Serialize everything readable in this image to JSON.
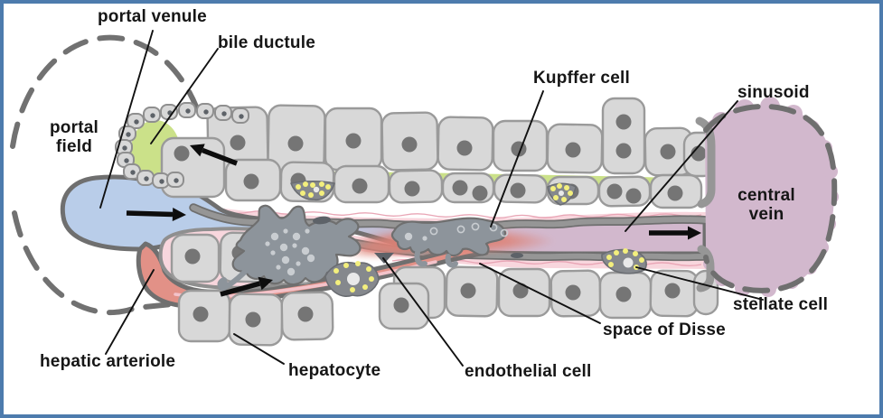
{
  "figure": {
    "description": "Schematic diagram of a liver sinusoid running from the portal field to the central vein"
  },
  "labels": {
    "portal_venule": "portal venule",
    "bile_ductule": "bile ductule",
    "portal_field": "portal field",
    "kupffer_cell": "Kupffer cell",
    "sinusoid": "sinusoid",
    "central_vein": "central vein",
    "hepatic_arteriole": "hepatic arteriole",
    "hepatocyte": "hepatocyte",
    "endothelial_cell": "endothelial cell",
    "space_of_disse": "space of Disse",
    "stellate_cell": "stellate cell"
  },
  "icons": {
    "flow_arrow": "black arrow indicating direction of flow"
  },
  "palette": {
    "frame_border": "#4d7bad",
    "background": "#ffffff",
    "outline_gray": "#6f6f6f",
    "boundary_dash_gray": "#717171",
    "hepatocyte_fill": "#d8d8d8",
    "hepatocyte_border": "#9a9a9a",
    "nucleus_gray": "#757575",
    "bile_green": "#cbe189",
    "portal_blue": "#b9cde9",
    "arteriole_red": "#e29187",
    "mix_red": "#dd8276",
    "disse_pink": "#f8d6dd",
    "disse_squiggle": "#e9a6b6",
    "sinusoid_mauve": "#d2b8cd",
    "endothelium_gray": "#969696",
    "endothelial_nucleus": "#5d6268",
    "kupffer_gray": "#8d949b",
    "kupffer_dot": "#c9cdd1",
    "stellate_gray": "#85888d",
    "stellate_yellow": "#f3ef7d",
    "stellate_hole": "#e9e9e9",
    "arrow_black": "#0d0d0d",
    "leader_line": "#111111",
    "label_color": "#161616"
  }
}
